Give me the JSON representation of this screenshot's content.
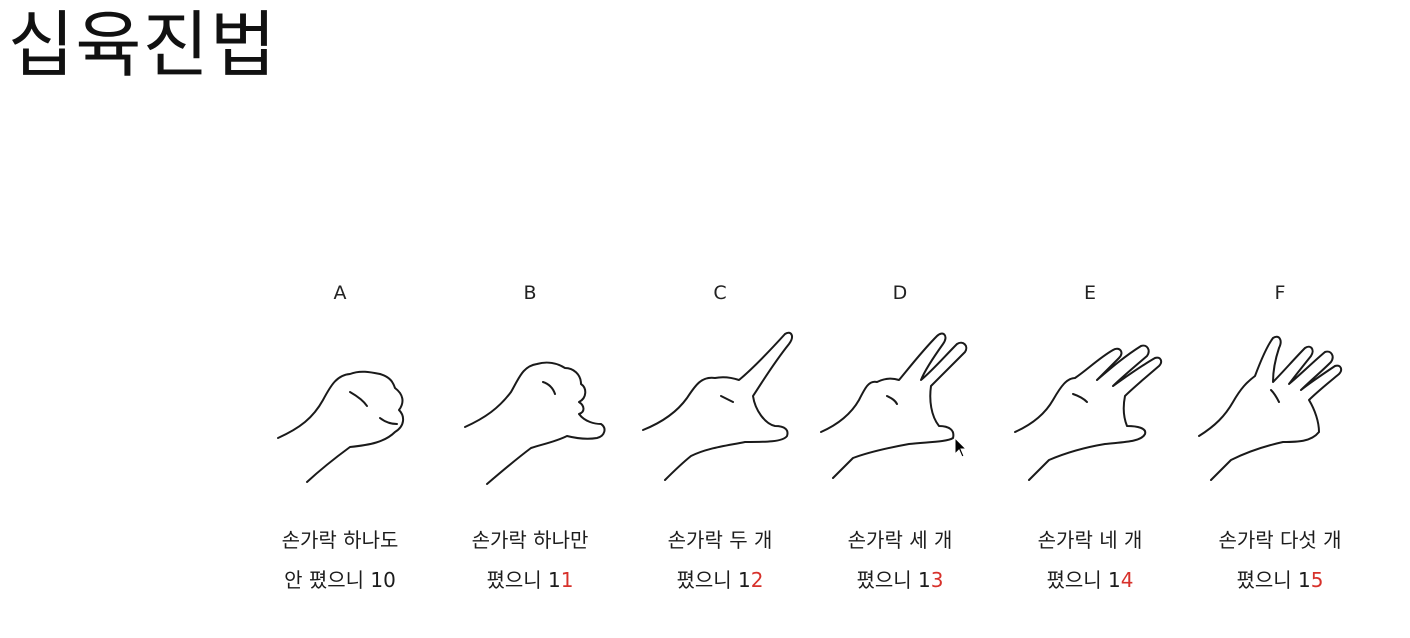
{
  "title": "십육진법",
  "panels": [
    {
      "letter": "A",
      "line1": "손가락 하나도",
      "line2_prefix": "안 폈으니 10",
      "line2_red": ""
    },
    {
      "letter": "B",
      "line1": "손가락 하나만",
      "line2_prefix": "폈으니 1",
      "line2_red": "1"
    },
    {
      "letter": "C",
      "line1": "손가락 두 개",
      "line2_prefix": "폈으니 1",
      "line2_red": "2"
    },
    {
      "letter": "D",
      "line1": "손가락 세 개",
      "line2_prefix": "폈으니 1",
      "line2_red": "3"
    },
    {
      "letter": "E",
      "line1": "손가락 네 개",
      "line2_prefix": "폈으니 1",
      "line2_red": "4"
    },
    {
      "letter": "F",
      "line1": "손가락 다섯 개",
      "line2_prefix": "폈으니 1",
      "line2_red": "5"
    }
  ],
  "colors": {
    "highlight": "#d7312b",
    "ink": "#1a1a1a"
  },
  "icons": [
    "fist-hand-icon",
    "one-finger-hand-icon",
    "two-finger-hand-icon",
    "three-finger-hand-icon",
    "four-finger-hand-icon",
    "five-finger-hand-icon",
    "mouse-cursor-icon"
  ]
}
